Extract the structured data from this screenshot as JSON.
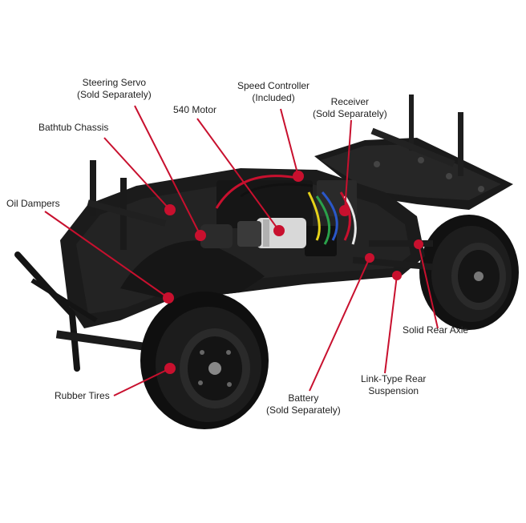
{
  "colors": {
    "leader": "#c8102e",
    "chassis": "#1b1b1b",
    "tire": "#111111",
    "motor_body": "#d8d8d8"
  },
  "callouts": [
    {
      "id": "steering-servo",
      "line1": "Steering Servo",
      "line2": "(Sold Separately)"
    },
    {
      "id": "speed-controller",
      "line1": "Speed Controller",
      "line2": "(Included)"
    },
    {
      "id": "motor-540",
      "line1": "540 Motor",
      "line2": ""
    },
    {
      "id": "receiver",
      "line1": "Receiver",
      "line2": "(Sold Separately)"
    },
    {
      "id": "bathtub-chassis",
      "line1": "Bathtub Chassis",
      "line2": ""
    },
    {
      "id": "oil-dampers",
      "line1": "Oil Dampers",
      "line2": ""
    },
    {
      "id": "solid-rear-axle",
      "line1": "Solid Rear Axle",
      "line2": ""
    },
    {
      "id": "link-type-rear-suspension",
      "line1": "Link-Type Rear",
      "line2": "Suspension"
    },
    {
      "id": "battery",
      "line1": "Battery",
      "line2": "(Sold Separately)"
    },
    {
      "id": "rubber-tires",
      "line1": "Rubber Tires",
      "line2": ""
    }
  ]
}
